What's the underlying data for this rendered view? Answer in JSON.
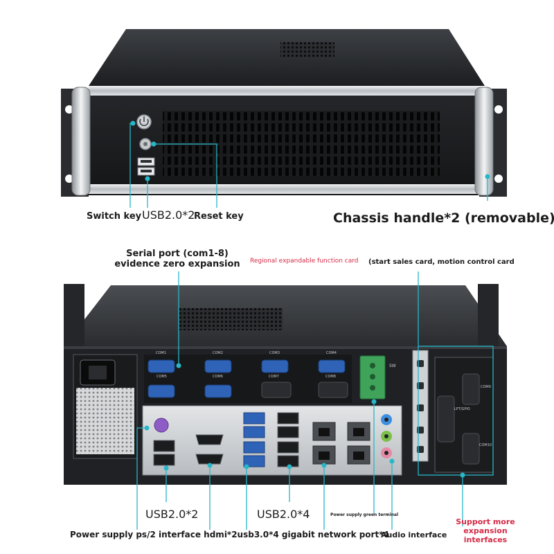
{
  "front": {
    "switch_key": "Switch key",
    "usb_front": "USB2.0*2",
    "reset_key": "Reset key",
    "chassis_handle": "Chassis handle*2 (removable)"
  },
  "rear": {
    "serial_port_line1": "Serial port (com1-8)",
    "serial_port_line2": "evidence zero expansion",
    "regional_card": "Regional expandable function card",
    "sales_card": "(start sales card, motion control card",
    "usb_rear_left": "USB2.0*2",
    "usb_rear_right": "USB2.0*4",
    "green_terminal": "Power supply green terminal",
    "bottom_line": "Power supply ps/2 interface hdmi*2usb3.0*4 gigabit network port*4",
    "audio": "Audio interface",
    "expansion_line1": "Support more",
    "expansion_line2": "expansion",
    "expansion_line3": "interfaces"
  },
  "panel_labels": {
    "com1": "COM1",
    "com2": "COM2",
    "com3": "COM3",
    "com4": "COM4",
    "com5": "COM5",
    "com6": "COM6",
    "com7": "COM7",
    "com8": "COM8",
    "com9": "COM9",
    "com10": "COM10",
    "lpt": "LPT/GPIO",
    "sw": "SW"
  },
  "colors": {
    "chassis": "#202225",
    "steel": "#bfc3c7",
    "connector_blue": "#2f63b8",
    "callout_cyan": "#27b7c8",
    "accent_red": "#d42a45"
  }
}
